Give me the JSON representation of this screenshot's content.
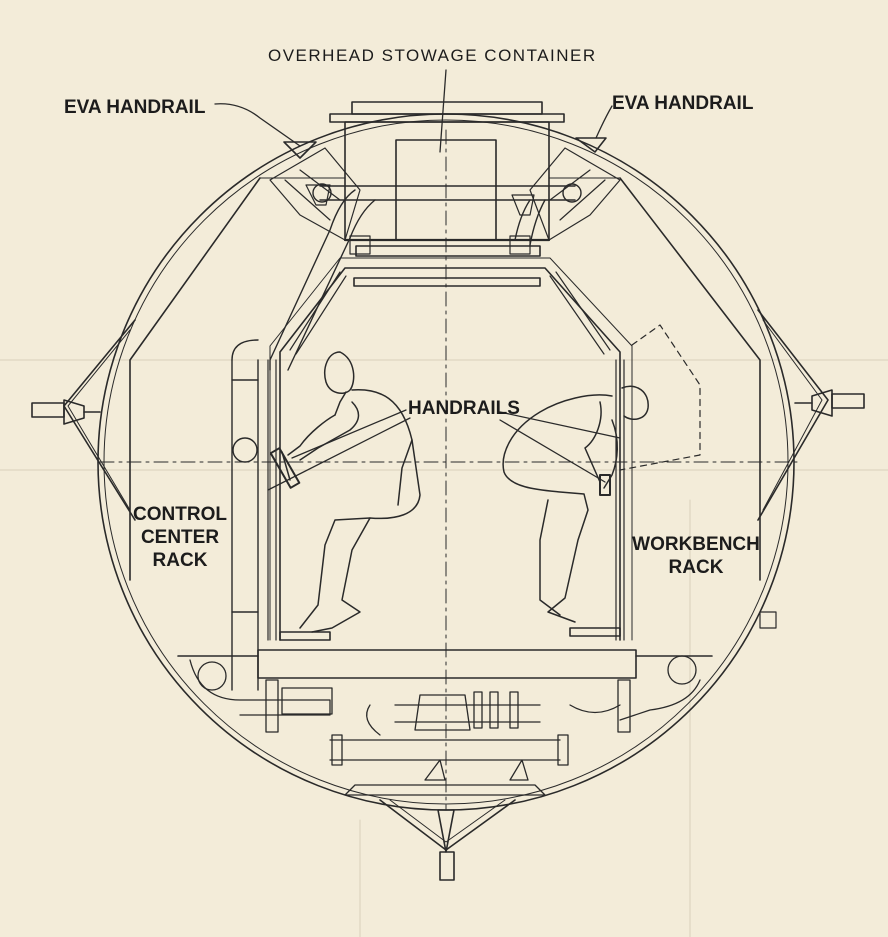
{
  "labels": {
    "overhead_stowage": "OVERHEAD STOWAGE CONTAINER",
    "eva_handrail_left": "EVA HANDRAIL",
    "eva_handrail_right": "EVA HANDRAIL",
    "handrails": "HANDRAILS",
    "control_center_rack": [
      "CONTROL",
      "CENTER",
      "RACK"
    ],
    "workbench_rack": [
      "WORKBENCH",
      "RACK"
    ]
  },
  "colors": {
    "paper": "#f3ecd9",
    "ink": "#2a2a2a"
  }
}
